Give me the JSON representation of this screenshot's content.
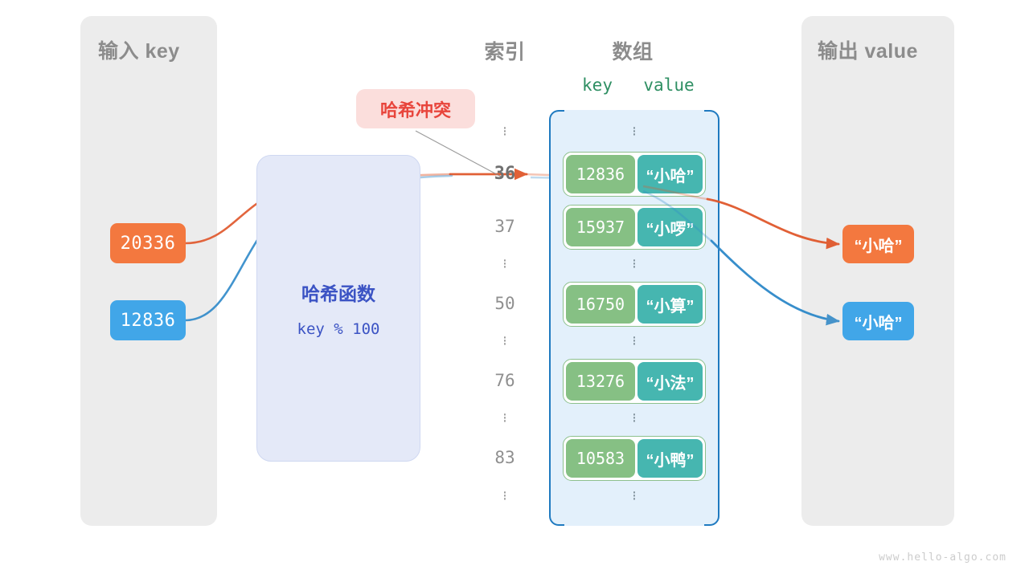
{
  "panels": {
    "input": {
      "title": "输入 key"
    },
    "output": {
      "title": "输出 value"
    }
  },
  "headers": {
    "index": "索引",
    "array": "数组",
    "key_col": "key",
    "value_col": "value"
  },
  "collision": {
    "label": "哈希冲突"
  },
  "hash_function": {
    "title": "哈希函数",
    "formula": "key % 100"
  },
  "inputs": [
    {
      "value": "20336",
      "color": "#f3783f"
    },
    {
      "value": "12836",
      "color": "#41a6e8"
    }
  ],
  "outputs": [
    {
      "value": "“小哈”",
      "color": "#f3783f"
    },
    {
      "value": "“小哈”",
      "color": "#41a6e8"
    }
  ],
  "rows": [
    {
      "kind": "dots"
    },
    {
      "kind": "entry",
      "index": "36",
      "key": "12836",
      "value": "“小哈”",
      "highlight": true
    },
    {
      "kind": "entry",
      "index": "37",
      "key": "15937",
      "value": "“小啰”",
      "highlight": false
    },
    {
      "kind": "dots"
    },
    {
      "kind": "entry",
      "index": "50",
      "key": "16750",
      "value": "“小算”",
      "highlight": false
    },
    {
      "kind": "dots"
    },
    {
      "kind": "entry",
      "index": "76",
      "key": "13276",
      "value": "“小法”",
      "highlight": false
    },
    {
      "kind": "dots"
    },
    {
      "kind": "entry",
      "index": "83",
      "key": "10583",
      "value": "“小鸭”",
      "highlight": false
    },
    {
      "kind": "dots"
    }
  ],
  "watermark": "www.hello-algo.com",
  "colors": {
    "panel_bg": "#ececec",
    "array_bg": "#e3f0fb",
    "array_border": "#1f7ac0",
    "key_box": "#86c084",
    "value_box": "#46b6b0",
    "cell_border": "#8dc08d",
    "orange": "#f3783f",
    "orange_line": "#e04b1f",
    "blue": "#41a6e8",
    "blue_line": "#1b7bc4",
    "hash_bg": "#e4e9f8",
    "hash_text": "#3b53c4",
    "collision_bg": "#fbdedc",
    "collision_text": "#e8453c",
    "title_gray": "#8c8c8c",
    "index_gray": "#8f8f8f",
    "kv_header": "#2f8f63"
  }
}
